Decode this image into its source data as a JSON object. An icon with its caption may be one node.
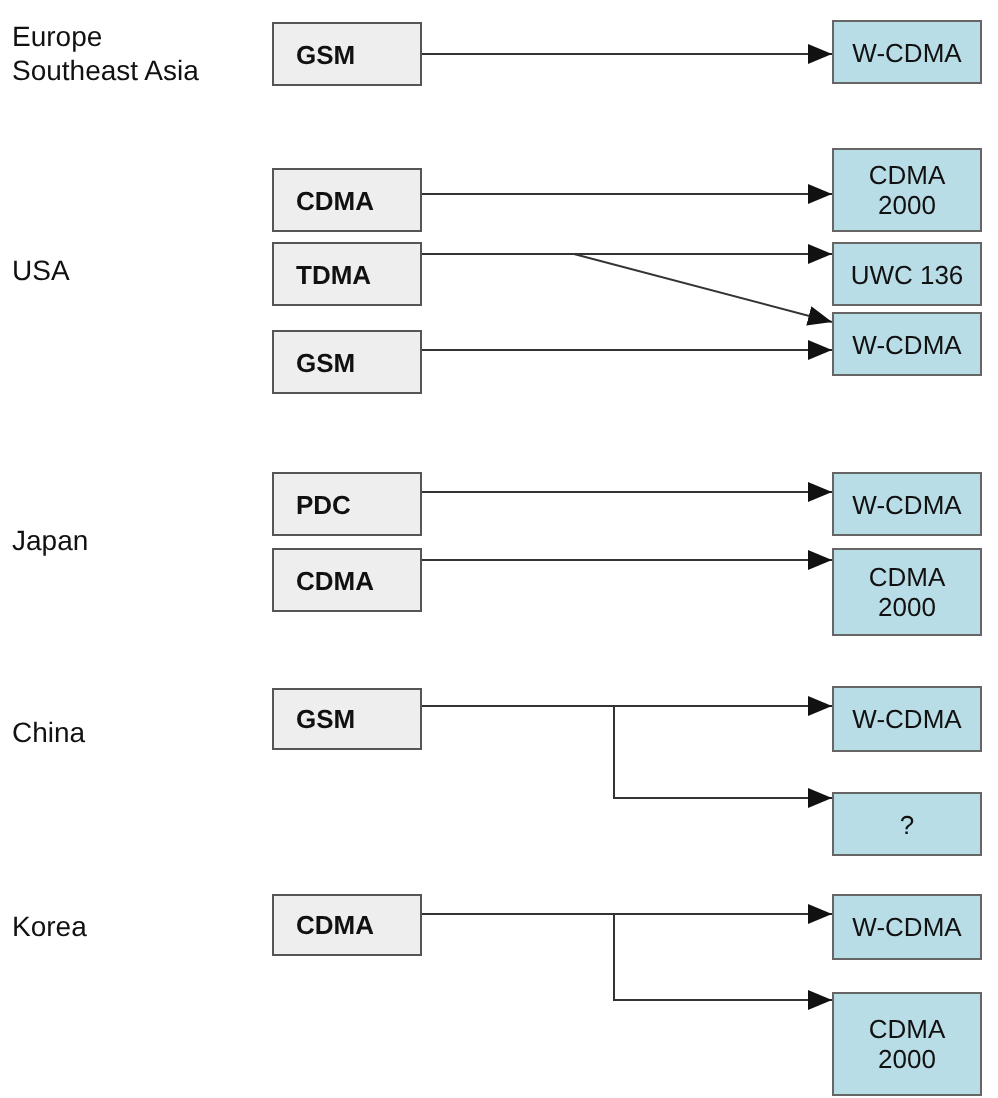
{
  "diagram": {
    "nodes": [
      {
        "text": [
          "GSM"
        ]
      },
      {
        "text": [
          "W-CDMA"
        ]
      },
      {
        "text": [
          "CDMA"
        ]
      },
      {
        "text": [
          "CDMA 2000"
        ]
      },
      {
        "text": [
          "TDMA"
        ]
      },
      {
        "text": [
          "UWC 136"
        ]
      },
      {
        "text": [
          "GSM"
        ]
      },
      {
        "text": [
          "W-CDMA"
        ]
      },
      {
        "text": [
          "PDC"
        ]
      },
      {
        "text": [
          "W-CDMA"
        ]
      },
      {
        "text": [
          "CDMA"
        ]
      },
      {
        "text": [
          "CDMA 2000"
        ]
      },
      {
        "text": [
          "GSM"
        ]
      },
      {
        "text": [
          "W-CDMA"
        ]
      },
      {
        "text": [
          "?"
        ]
      },
      {
        "text": [
          "CDMA"
        ]
      },
      {
        "text": [
          "W-CDMA"
        ]
      },
      {
        "text": [
          "CDMA 2000"
        ]
      }
    ],
    "edges": [
      {
        "from": 0,
        "to": 1,
        "arrow": "to"
      },
      {
        "from": 2,
        "to": 3,
        "arrow": "to"
      },
      {
        "from": 4,
        "to": 5,
        "arrow": "to"
      },
      {
        "from": 4,
        "to": 7,
        "arrow": "to"
      },
      {
        "from": 6,
        "to": 7,
        "arrow": "to"
      },
      {
        "from": 8,
        "to": 9,
        "arrow": "to"
      },
      {
        "from": 10,
        "to": 11,
        "arrow": "to"
      },
      {
        "from": 12,
        "to": 13,
        "arrow": "to"
      },
      {
        "from": 12,
        "to": 14,
        "arrow": "to"
      },
      {
        "from": 15,
        "to": 16,
        "arrow": "to"
      },
      {
        "from": 15,
        "to": 17,
        "arrow": "to"
      }
    ],
    "labels": [
      "Europe Southeast Asia",
      "USA",
      "Japan",
      "China",
      "Korea"
    ]
  }
}
